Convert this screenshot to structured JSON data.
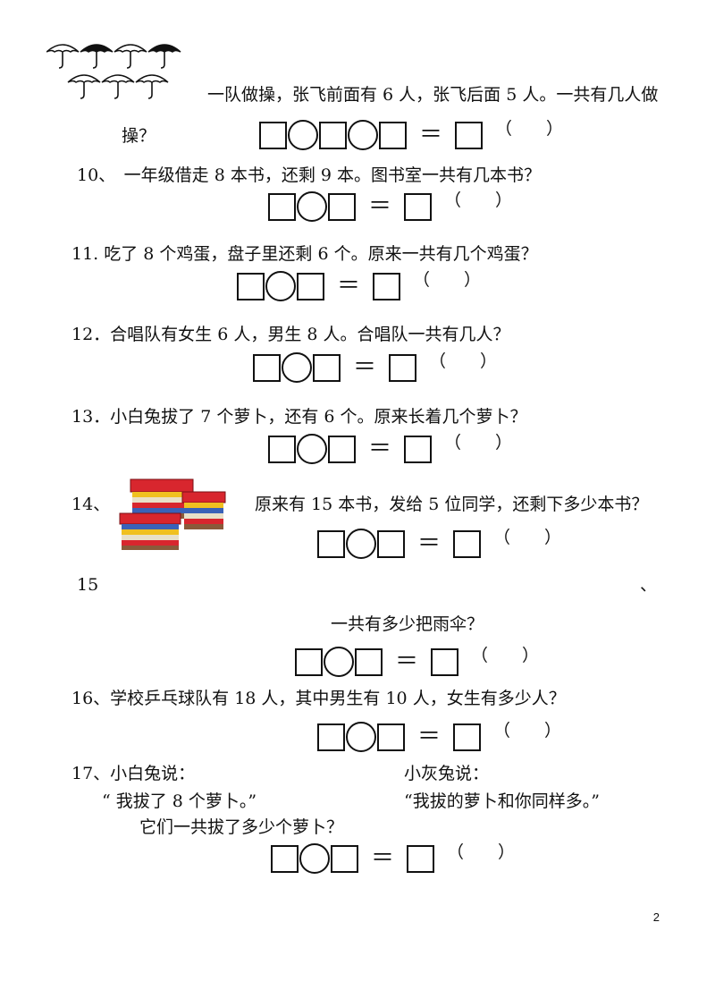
{
  "q9": {
    "text": "一队做操，张飞前面有 6 人，张飞后面 5 人。一共有几人做",
    "text2": "操？",
    "answer": "（　　）"
  },
  "q10": {
    "text": "10、　一年级借走 8 本书，还剩 9 本。图书室一共有几本书？",
    "answer": "（　　）"
  },
  "q11": {
    "text": "11. 吃了 8 个鸡蛋，盘子里还剩 6 个。原来一共有几个鸡蛋？",
    "answer": "（　　）"
  },
  "q12": {
    "text": "12．合唱队有女生 6 人，男生 8 人。合唱队一共有几人？",
    "answer": "（　　）"
  },
  "q13": {
    "text": "13．小白兔拔了 7 个萝卜，还有 6 个。原来长着几个萝卜？",
    "answer": "（　　）"
  },
  "q14": {
    "number": "14、",
    "text": "原来有 15 本书，发给 5 位同学，还剩下多少本书？",
    "answer": "（　　）"
  },
  "q15": {
    "number": "15",
    "mark": "、",
    "text": "一共有多少把雨伞？",
    "answer": "（　　）"
  },
  "q16": {
    "text": "16、学校乒乓球队有 18 人，其中男生有 10 人，女生有多少人？",
    "answer": "（　　）"
  },
  "q17": {
    "label_left": "17、小白兔说：",
    "label_right": "小灰兔说：",
    "quote_left": "“ 我拔了 8 个萝卜。”",
    "quote_right": "“我拔的萝卜和你同样多。”",
    "question": "它们一共拔了多少个萝卜？",
    "answer": "（　　）"
  },
  "equal_sign": "＝",
  "page_number": "2",
  "colors": {
    "ink": "#111111",
    "book_red": "#d8262e",
    "book_blue": "#3a62b8",
    "book_yellow": "#f0c020"
  }
}
